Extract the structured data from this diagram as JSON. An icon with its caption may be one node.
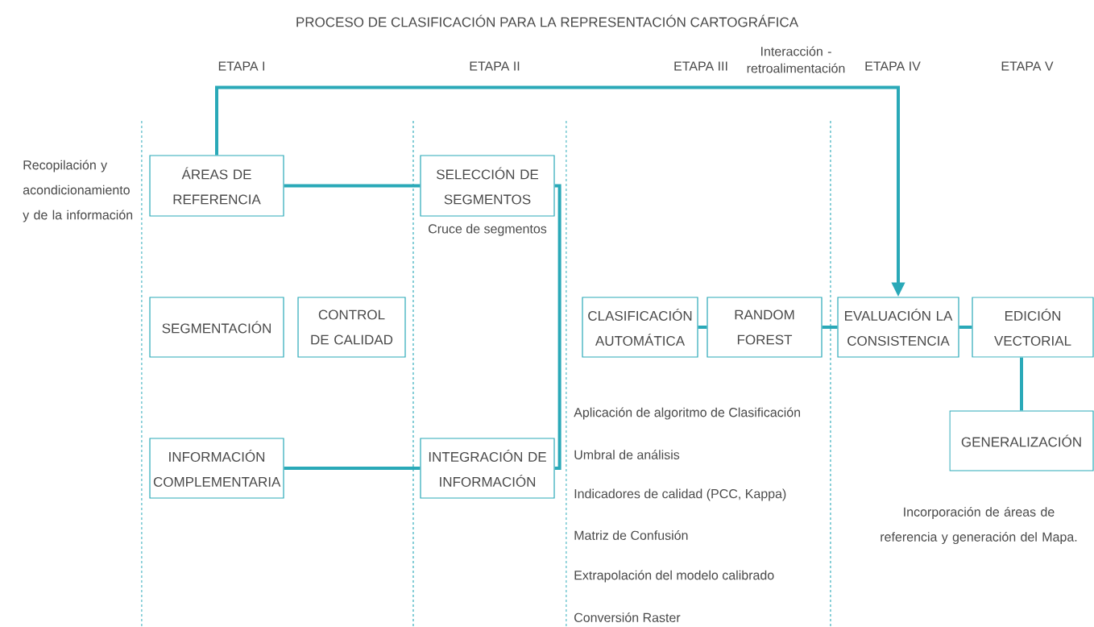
{
  "diagram": {
    "title": "PROCESO DE CLASIFICACIÓN PARA LA REPRESENTACIÓN CARTOGRÁFICA",
    "nodes": [
      {
        "text": [
          "ÁREAS DE REFERENCIA"
        ]
      },
      {
        "text": [
          "SELECCIÓN DE SEGMENTOS"
        ],
        "beside": [
          "Cruce de segmentos"
        ]
      },
      {
        "text": [
          "SEGMENTACIÓN"
        ]
      },
      {
        "text": [
          "CONTROL DE CALIDAD"
        ]
      },
      {
        "text": [
          "CLASIFICACIÓN AUTOMÁTICA"
        ]
      },
      {
        "text": [
          "RANDOM FOREST"
        ]
      },
      {
        "text": [
          "EVALUACIÓN LA CONSISTENCIA"
        ]
      },
      {
        "text": [
          "EDICIÓN VECTORIAL"
        ]
      },
      {
        "text": [
          "GENERALIZACIÓN"
        ]
      },
      {
        "text": [
          "INFORMACIÓN COMPLEMENTARIA"
        ]
      },
      {
        "text": [
          "INTEGRACIÓN DE INFORMACIÓN"
        ]
      }
    ],
    "edges": [
      {
        "from": 0,
        "to": 1,
        "arrow": "none"
      },
      {
        "from": 1,
        "to": 10,
        "arrow": "none"
      },
      {
        "from": 9,
        "to": 10,
        "arrow": "none"
      },
      {
        "from": 0,
        "to": 6,
        "arrow": "to"
      },
      {
        "from": 4,
        "to": 5,
        "arrow": "none"
      },
      {
        "from": 5,
        "to": 6,
        "arrow": "none"
      },
      {
        "from": 6,
        "to": 7,
        "arrow": "none"
      },
      {
        "from": 7,
        "to": 8,
        "arrow": "none"
      }
    ],
    "labels": [
      "ETAPA I",
      "ETAPA II",
      "ETAPA III",
      "Interacción - retroalimentación",
      "ETAPA IV",
      "ETAPA V",
      "Recopilación y acondicionamiento y de la información",
      "Aplicación de algoritmo de Clasificación",
      "Umbral de análisis",
      "Indicadores de calidad (PCC, Kappa)",
      "Matriz de Confusión",
      "Extrapolación del modelo calibrado",
      "Conversión Raster",
      "Incorporación de áreas de referencia y generación del Mapa."
    ]
  }
}
